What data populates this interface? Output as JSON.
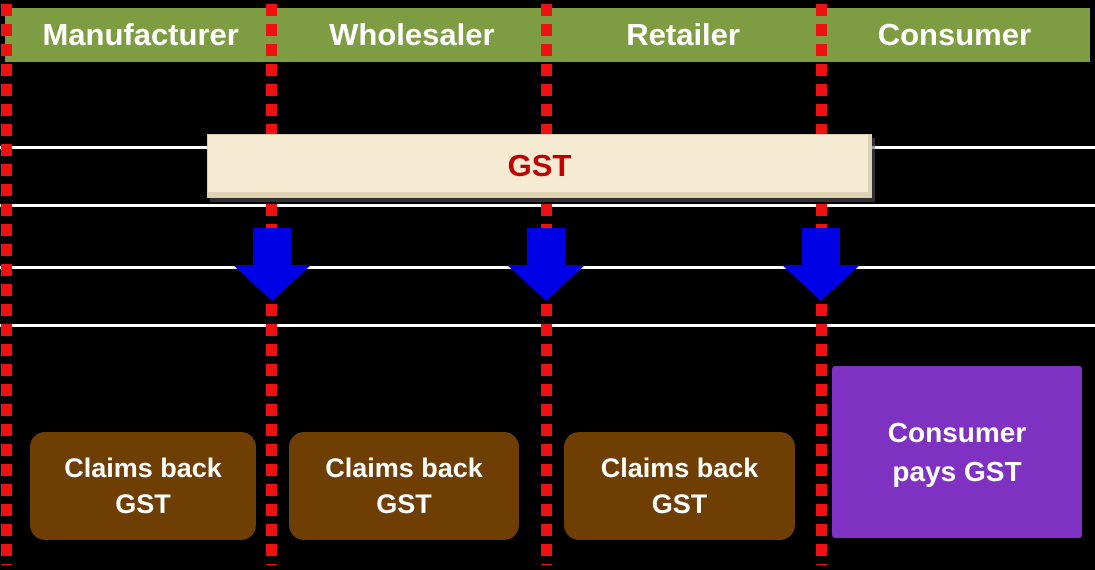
{
  "header": {
    "columns": [
      {
        "label": "Manufacturer"
      },
      {
        "label": "Wholesaler"
      },
      {
        "label": "Retailer"
      },
      {
        "label": "Consumer"
      }
    ]
  },
  "flow": {
    "gst_label": "GST"
  },
  "boxes": {
    "claims": [
      {
        "label": [
          "Claims back",
          "GST"
        ]
      },
      {
        "label": [
          "Claims back",
          "GST"
        ]
      },
      {
        "label": [
          "Claims back",
          "GST"
        ]
      }
    ],
    "consumer": {
      "label": [
        "Consumer",
        "pays GST"
      ]
    }
  },
  "colors": {
    "background": "#000000",
    "header_green": "#7E9C42",
    "header_text": "#FFFFFF",
    "divider_red": "#EE1111",
    "grid_line_white": "#FFFFFF",
    "gst_bar_cream": "#F4EBD2",
    "gst_text_red": "#C00000",
    "arrow_blue": "#0000E6",
    "claims_brown": "#6F3E02",
    "consumer_purple": "#7F31C1",
    "box_text": "#FFFFFF"
  }
}
